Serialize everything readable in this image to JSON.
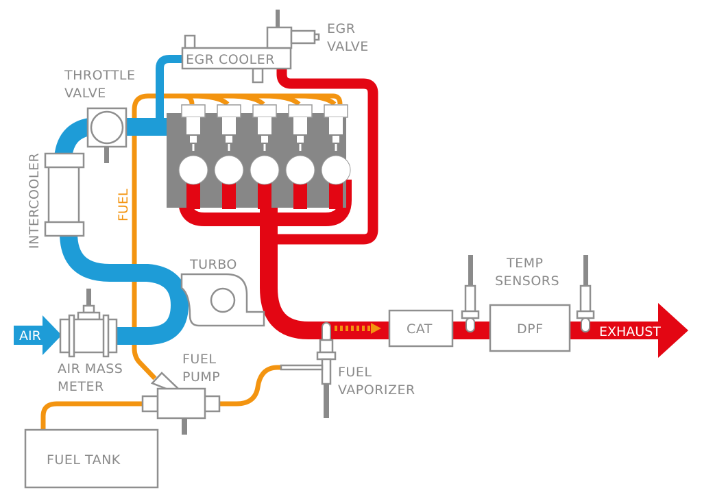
{
  "title": "Diesel engine air, fuel and exhaust system diagram",
  "colors": {
    "air": "#1e9cd7",
    "exhaust": "#e30613",
    "fuel": "#f39410",
    "component_outline": "#8f8f8f",
    "engine_block": "#878787",
    "label_text": "#8a8a8a"
  },
  "flows": {
    "air_label": "AIR",
    "fuel_label": "FUEL",
    "exhaust_label": "EXHAUST"
  },
  "components": {
    "egr_cooler": "EGR COOLER",
    "egr_valve": [
      "EGR",
      "VALVE"
    ],
    "throttle_valve": [
      "THROTTLE",
      "VALVE"
    ],
    "intercooler": "INTERCOOLER",
    "turbo": "TURBO",
    "air_mass_meter": [
      "AIR MASS",
      "METER"
    ],
    "fuel_pump": [
      "FUEL",
      "PUMP"
    ],
    "fuel_tank": "FUEL TANK",
    "fuel_vaporizer": [
      "FUEL",
      "VAPORIZER"
    ],
    "cat": "CAT",
    "dpf": "DPF",
    "temp_sensors": [
      "TEMP",
      "SENSORS"
    ]
  },
  "engine": {
    "cylinders": 5
  }
}
